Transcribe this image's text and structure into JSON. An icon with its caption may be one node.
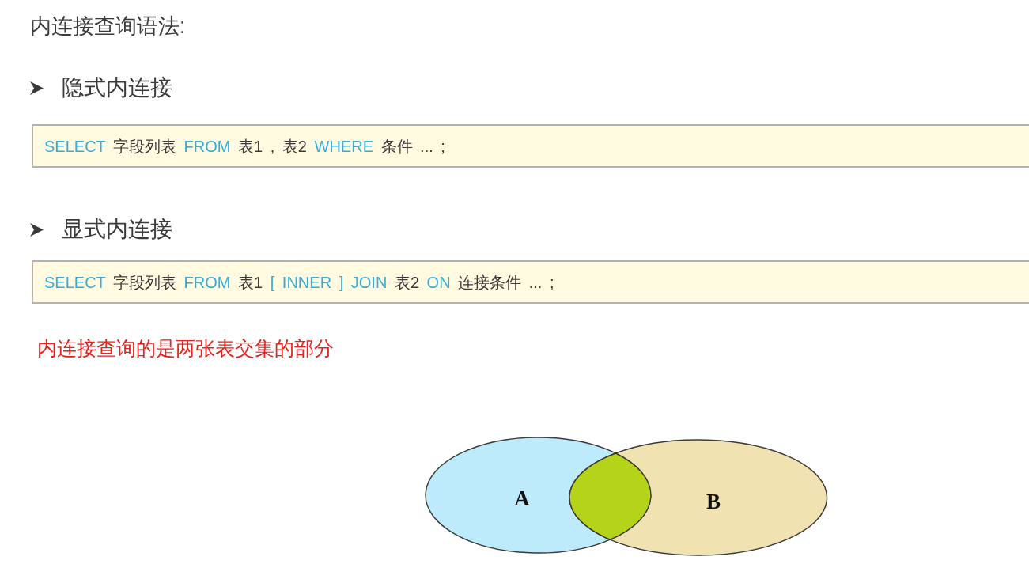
{
  "diagram": {
    "title": "内连接查询语法:",
    "nodes": [
      {
        "text": [
          "SELECT 字段列表 FROM 表1 , 表2 WHERE 条件 ... ;"
        ]
      },
      {
        "text": [
          "SELECT 字段列表 FROM 表1 [ INNER ] JOIN 表2 ON 连接条件 ... ;"
        ]
      },
      {
        "text": [
          "A"
        ]
      },
      {
        "text": [],
        "shape": "lens"
      },
      {
        "text": [
          "B"
        ]
      }
    ],
    "labels": [
      "隐式内连接",
      "显式内连接",
      "内连接查询的是两张表交集的部分"
    ]
  }
}
